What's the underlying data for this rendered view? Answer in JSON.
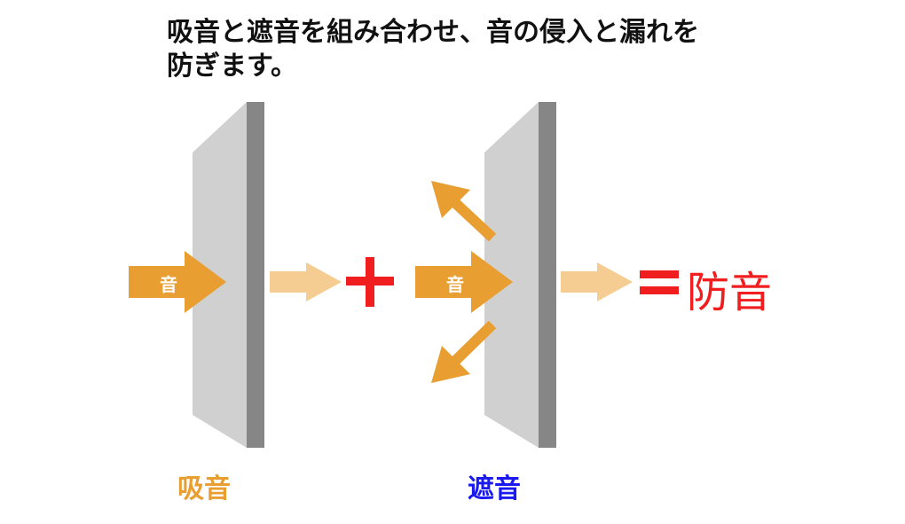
{
  "title_line1": "吸音と遮音を組み合わせ、音の侵入と漏れを",
  "title_line2": "防ぎます。",
  "arrow_label_1": "音",
  "arrow_label_2": "音",
  "plus": "+",
  "equals": "=",
  "result": "防音",
  "label_absorption": "吸音",
  "label_insulation": "遮音",
  "colors": {
    "orange": "#E89E30",
    "light_orange": "#F5CD92",
    "red": "#F01E1E",
    "blue": "#1A1AF0",
    "panel": "#D0D0D0",
    "bar": "#868686"
  }
}
